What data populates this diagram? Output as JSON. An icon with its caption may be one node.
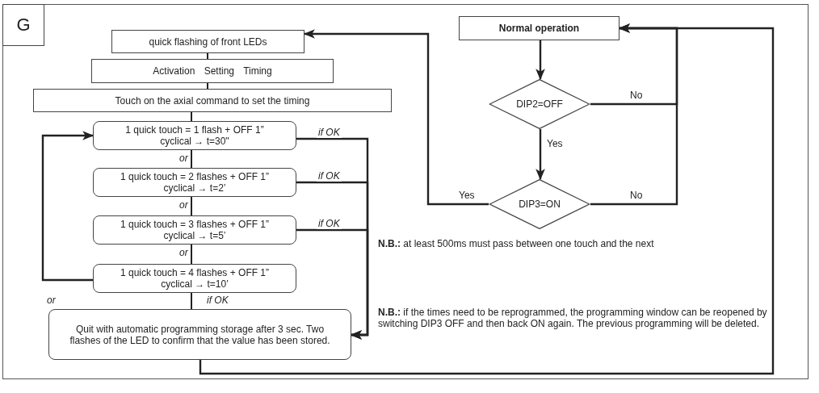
{
  "diagram": {
    "nodes": [
      {
        "text": [
          "G"
        ]
      },
      {
        "text": [
          "quick flashing of front LEDs"
        ]
      },
      {
        "text": [
          "Activation Setting Timing"
        ]
      },
      {
        "text": [
          "Touch on the axial command to set the timing"
        ]
      },
      {
        "text": [
          "1 quick touch = 1 flash + OFF 1” cyclical → t=30\""
        ]
      },
      {
        "text": [
          "1 quick touch = 2 flashes + OFF 1” cyclical → t=2’"
        ]
      },
      {
        "text": [
          "1 quick touch = 3 flashes + OFF 1” cyclical → t=5’"
        ]
      },
      {
        "text": [
          "1 quick touch = 4 flashes + OFF 1” cyclical → t=10’"
        ]
      },
      {
        "text": [
          "Quit with automatic programming storage after 3 sec. Two flashes of the LED to confirm that the value has been stored."
        ]
      },
      {
        "text": [
          "Normal operation"
        ]
      },
      {
        "text": [
          "DIP2=OFF"
        ]
      },
      {
        "text": [
          "DIP3=ON"
        ]
      }
    ],
    "edges": [
      {
        "from": 1,
        "to": 2,
        "arrow": "none"
      },
      {
        "from": 2,
        "to": 3,
        "arrow": "none"
      },
      {
        "from": 3,
        "to": 4,
        "arrow": "none"
      },
      {
        "from": 4,
        "to": 5,
        "arrow": "none",
        "label": "or"
      },
      {
        "from": 5,
        "to": 6,
        "arrow": "none",
        "label": "or"
      },
      {
        "from": 6,
        "to": 7,
        "arrow": "none",
        "label": "or"
      },
      {
        "from": 7,
        "to": 4,
        "arrow": "to",
        "label": "or"
      },
      {
        "from": 7,
        "to": 8,
        "arrow": "none",
        "label": "if OK"
      },
      {
        "from": 4,
        "to": 8,
        "arrow": "to",
        "label": "if OK"
      },
      {
        "from": 5,
        "to": 8,
        "arrow": "to",
        "label": "if OK"
      },
      {
        "from": 6,
        "to": 8,
        "arrow": "to",
        "label": "if OK"
      },
      {
        "from": 8,
        "to": 9,
        "arrow": "to"
      },
      {
        "from": 9,
        "to": 10,
        "arrow": "to"
      },
      {
        "from": 10,
        "to": 9,
        "arrow": "to",
        "label": "No"
      },
      {
        "from": 10,
        "to": 11,
        "arrow": "to",
        "label": "Yes"
      },
      {
        "from": 11,
        "to": 9,
        "arrow": "to",
        "label": "No"
      },
      {
        "from": 11,
        "to": 1,
        "arrow": "to",
        "label": "Yes"
      }
    ],
    "labels": [
      "**N.B.:** at least 500ms must pass between one touch and the next",
      "**N.B.:** if the times need to be reprogrammed, the programming window can be reopened by switching DIP3 OFF and then back ON again. The previous programming will be deleted."
    ]
  }
}
